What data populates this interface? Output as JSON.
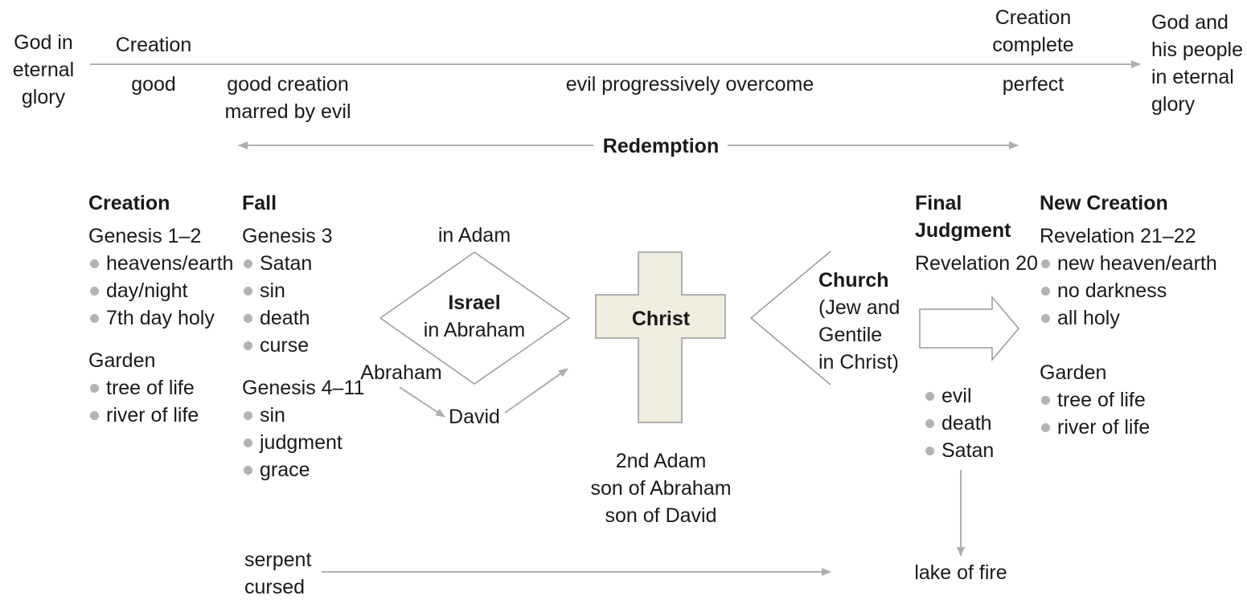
{
  "timeline": {
    "start_label": "God in\neternal\nglory",
    "creation_label": "Creation",
    "creation_state": "good",
    "fall_state": "good creation\nmarred by evil",
    "middle_state": "evil progressively overcome",
    "complete_label": "Creation\ncomplete",
    "complete_state": "perfect",
    "end_label": "God and\nhis people\nin eternal\nglory",
    "redemption_label": "Redemption"
  },
  "creation": {
    "heading": "Creation",
    "ref": "Genesis 1–2",
    "items": [
      "heavens/earth",
      "day/night",
      "7th day holy"
    ],
    "garden_label": "Garden",
    "garden_items": [
      "tree of life",
      "river of life"
    ]
  },
  "fall": {
    "heading": "Fall",
    "ref": "Genesis 3",
    "items": [
      "Satan",
      "sin",
      "death",
      "curse"
    ],
    "ref2": "Genesis 4–11",
    "items2": [
      "sin",
      "judgment",
      "grace"
    ],
    "serpent_label": "serpent\ncursed"
  },
  "israel": {
    "in_adam": "in Adam",
    "title": "Israel",
    "subtitle": "in Abraham",
    "abraham": "Abraham",
    "david": "David"
  },
  "christ": {
    "title": "Christ",
    "caption": "2nd Adam\nson of Abraham\nson of David"
  },
  "church": {
    "title": "Church",
    "subtitle": "(Jew and\nGentile\nin Christ)"
  },
  "judgment": {
    "heading": "Final\nJudgment",
    "ref": "Revelation 20",
    "items": [
      "evil",
      "death",
      "Satan"
    ],
    "lake_label": "lake of fire"
  },
  "new_creation": {
    "heading": "New Creation",
    "ref": "Revelation 21–22",
    "items": [
      "new heaven/earth",
      "no darkness",
      "all holy"
    ],
    "garden_label": "Garden",
    "garden_items": [
      "tree of life",
      "river of life"
    ]
  },
  "colors": {
    "arrow": "#aeaeae",
    "cross_fill": "#efeddd",
    "cross_stroke": "#999999",
    "bullet": "#b3b3b3",
    "text": "#1a1a1a"
  }
}
